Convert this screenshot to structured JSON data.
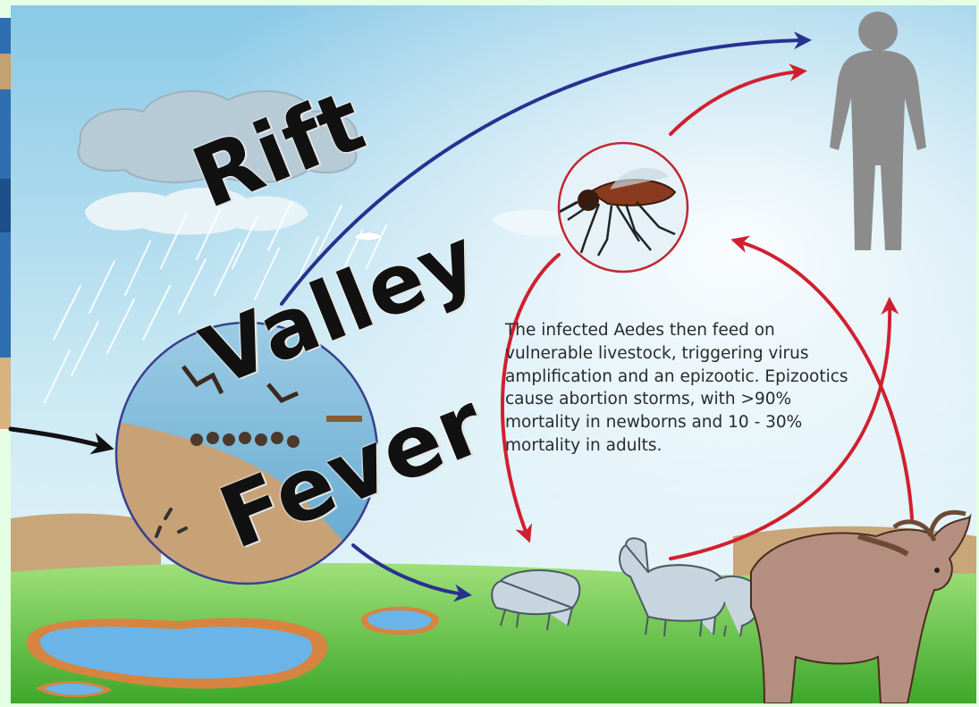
{
  "title": {
    "line1": "Rift",
    "line2": "Valley",
    "line3": "Fever"
  },
  "caption_lines": [
    "The infected Aedes then feed on",
    "vulnerable livestock, triggering virus",
    "amplification and an epizootic. Epizootics",
    "cause abortion storms, with >90%",
    "mortality in newborns and 10 - 30%",
    "mortality in adults."
  ],
  "icons": [
    "cloud-icon",
    "rain-icon",
    "mosquito-icon",
    "human-silhouette-icon",
    "sheep-icon",
    "cow-icon",
    "water-pond-icon"
  ],
  "colors": {
    "page_background": "#e4ffe4",
    "sky": "#a8d8ec",
    "grass": "#5dbf3c",
    "soil": "#c9a57a",
    "water": "#6ab4e8",
    "arrow_blue": "#27318f",
    "arrow_red": "#d0202f",
    "human": "#8c8c8c"
  }
}
